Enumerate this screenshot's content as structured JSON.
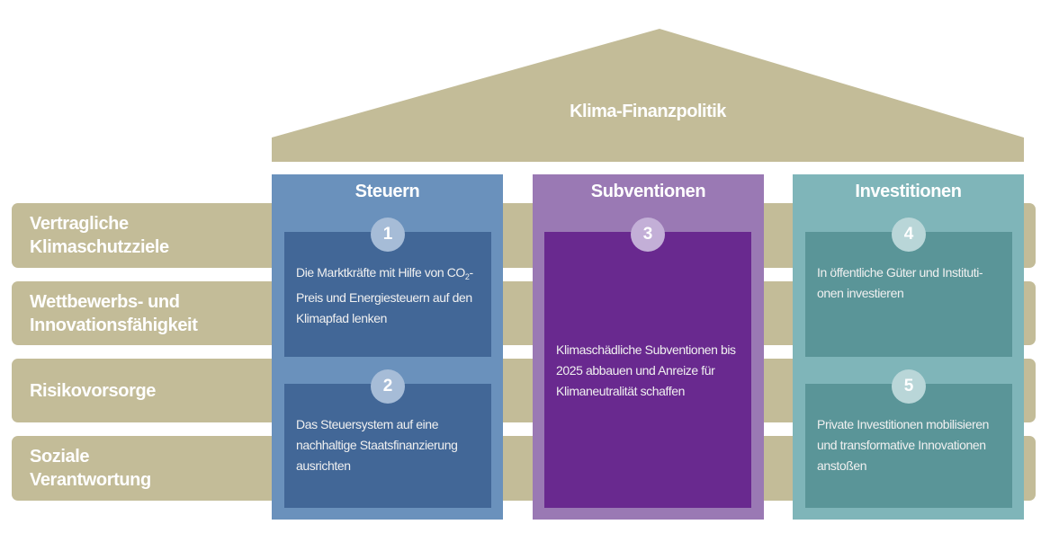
{
  "roof": {
    "title": "Klima-Finanzpolitik"
  },
  "bands": [
    {
      "label_line1": "Vertragliche",
      "label_line2": "Klimaschutzziele"
    },
    {
      "label_line1": "Wettbewerbs- und",
      "label_line2": "Innovationsfähigkeit"
    },
    {
      "label_line1": "Risikovorsorge",
      "label_line2": ""
    },
    {
      "label_line1": "Soziale",
      "label_line2": "Verantwortung"
    }
  ],
  "pillars": [
    {
      "title": "Steuern",
      "colors": {
        "outer": "#6a91bc",
        "inner": "#426797",
        "badge": "#a6bcd7"
      },
      "boxes": [
        {
          "number": "1",
          "text_before_sub": "Die Marktkräfte mit Hilfe von CO",
          "sub": "2",
          "text_after_sub": "-Preis und Energiesteuern auf den Klimapfad lenken"
        },
        {
          "number": "2",
          "text": "Das Steuersystem auf eine nachhaltige Staatsfinanzierung ausrichten"
        }
      ]
    },
    {
      "title": "Subventionen",
      "colors": {
        "outer": "#9a79b4",
        "inner": "#69298f",
        "badge": "#c3afd7"
      },
      "boxes": [
        {
          "number": "3",
          "text": "Klimaschädliche Subventionen bis 2025 abbauen und Anreize für Klimaneutralität schaffen"
        }
      ]
    },
    {
      "title": "Investitionen",
      "colors": {
        "outer": "#7fb5b9",
        "inner": "#5a9598",
        "badge": "#b9d6d8"
      },
      "boxes": [
        {
          "number": "4",
          "text": "In öffentliche Güter und Instituti-onen investieren"
        },
        {
          "number": "5",
          "text": "Private Investitionen mobilisieren und transformative Innovationen anstoßen"
        }
      ]
    }
  ],
  "colors": {
    "roof": "#c3bc98",
    "band": "#c3bc98"
  }
}
